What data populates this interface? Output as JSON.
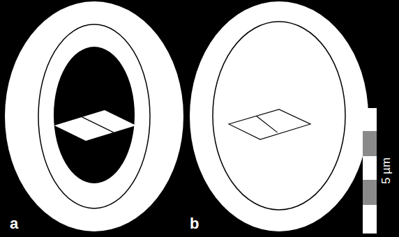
{
  "diagram": {
    "labels": [
      "a",
      "b",
      "5 µm"
    ]
  }
}
